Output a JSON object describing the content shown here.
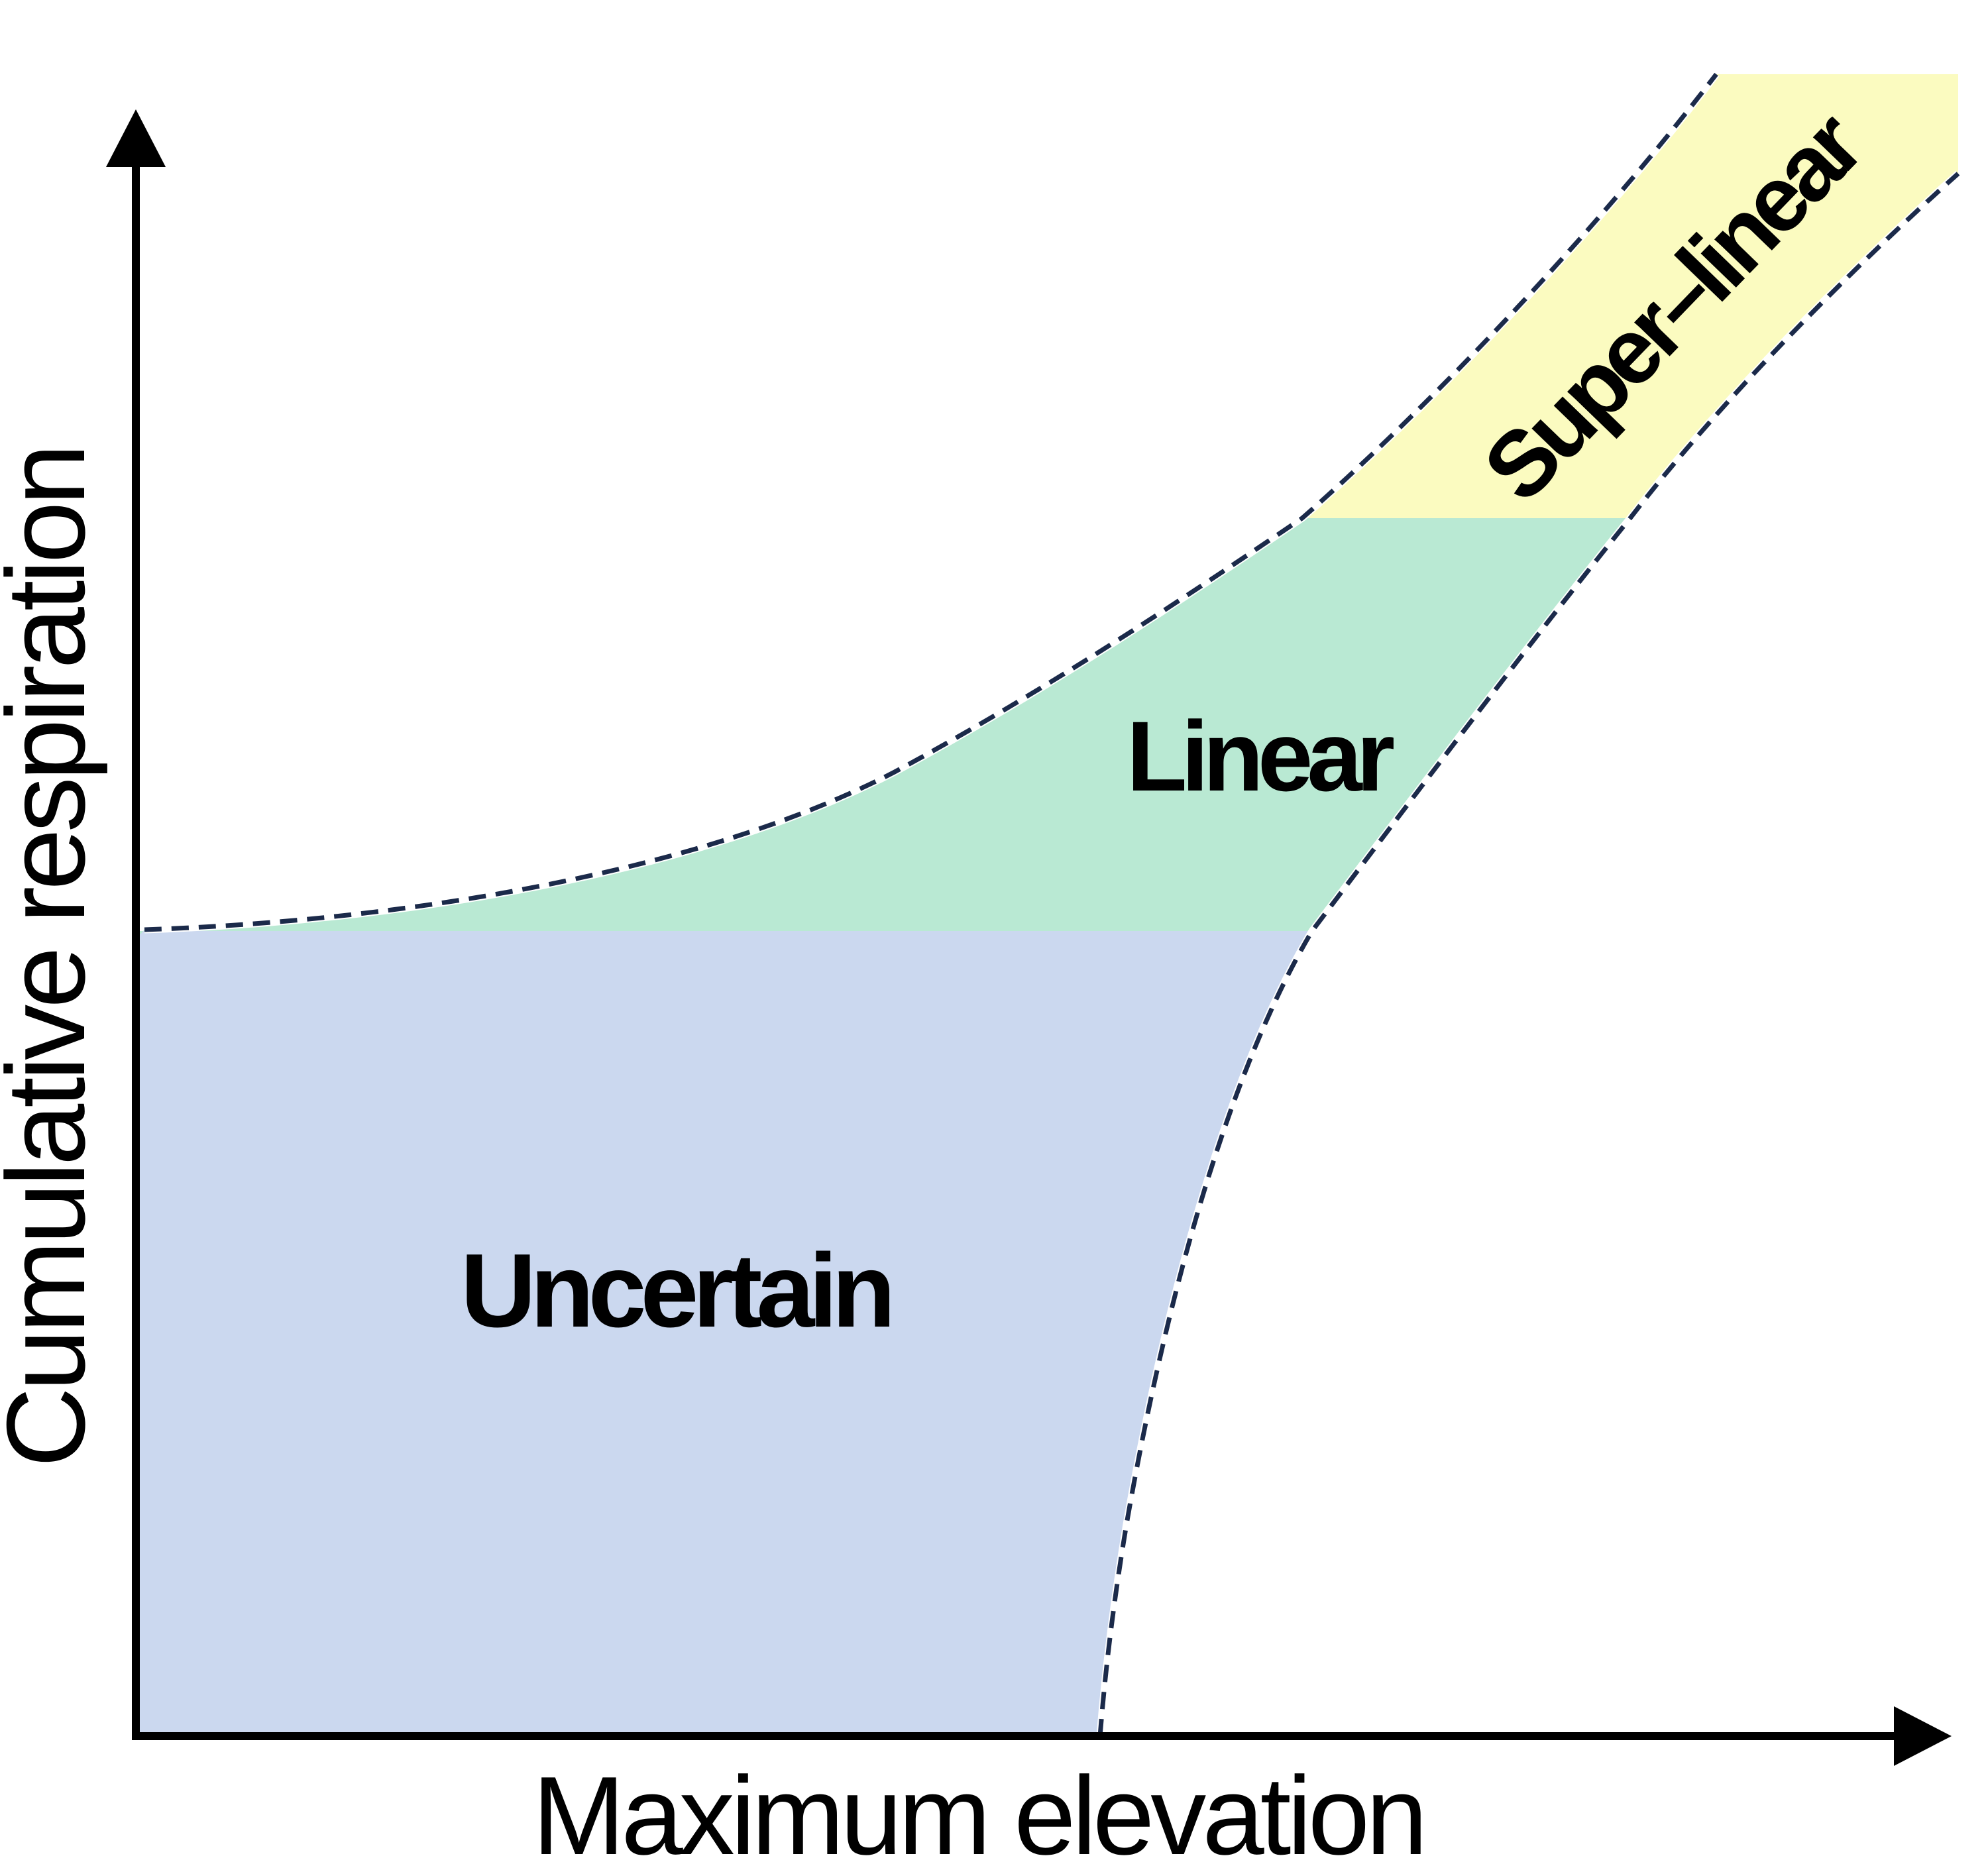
{
  "axes": {
    "x_label": "Maximum elevation",
    "y_label": "Cumulative respiration"
  },
  "regions": {
    "uncertain": {
      "label": "Uncertain",
      "color": "#cbd8ef"
    },
    "linear": {
      "label": "Linear",
      "color": "#b9e9d3"
    },
    "super_linear": {
      "label": "Super–linear",
      "color": "#fbfbc0"
    }
  },
  "colors": {
    "boundary_line": "#1b2a4a",
    "axis": "#000000",
    "background": "#ffffff"
  }
}
